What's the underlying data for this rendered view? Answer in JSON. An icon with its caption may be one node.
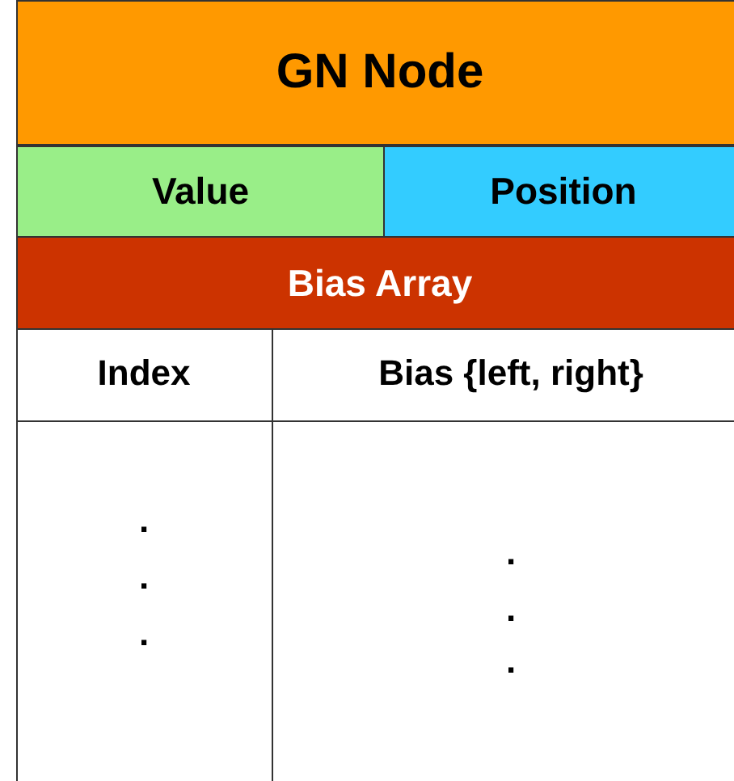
{
  "diagram": {
    "nodes": [
      {
        "text": [
          "GN Node"
        ]
      },
      {
        "text": [
          "Value"
        ]
      },
      {
        "text": [
          "Position"
        ]
      },
      {
        "text": [
          "Bias Array"
        ]
      }
    ],
    "edges": [],
    "labels": [
      "Index",
      "Bias {left, right}",
      ".",
      ".",
      ".",
      ".",
      ".",
      "."
    ]
  }
}
